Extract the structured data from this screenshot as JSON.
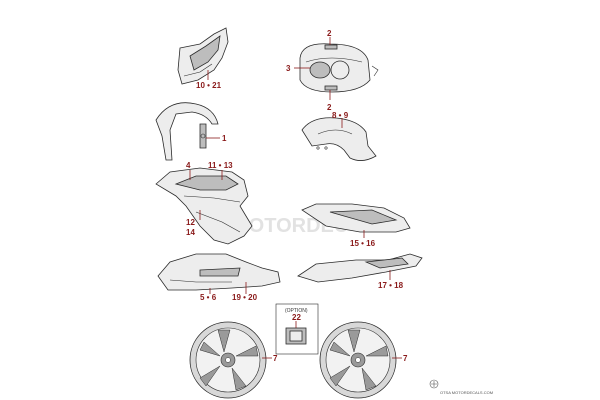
{
  "callouts": {
    "c_10_21": "10 • 21",
    "c_2_top": "2",
    "c_3": "3",
    "c_2_bottom": "2",
    "c_1": "1",
    "c_8_9": "8 • 9",
    "c_4": "4",
    "c_11_13": "11 • 13",
    "c_12": "12",
    "c_14": "14",
    "c_15_16": "15 • 16",
    "c_5_6": "5 • 6",
    "c_19_20": "19 • 20",
    "c_17_18": "17 • 18",
    "c_22": "22",
    "c_7_left": "7",
    "c_7_right": "7"
  },
  "option_box": {
    "title": "(OPTION)"
  },
  "watermark": {
    "text": "MOTORDEC",
    "sub": "OTSA MOTORDECALS.COM"
  },
  "colors": {
    "callout": "#8a1a1a",
    "outline": "#2b2b2b",
    "fill": "#ededed"
  }
}
